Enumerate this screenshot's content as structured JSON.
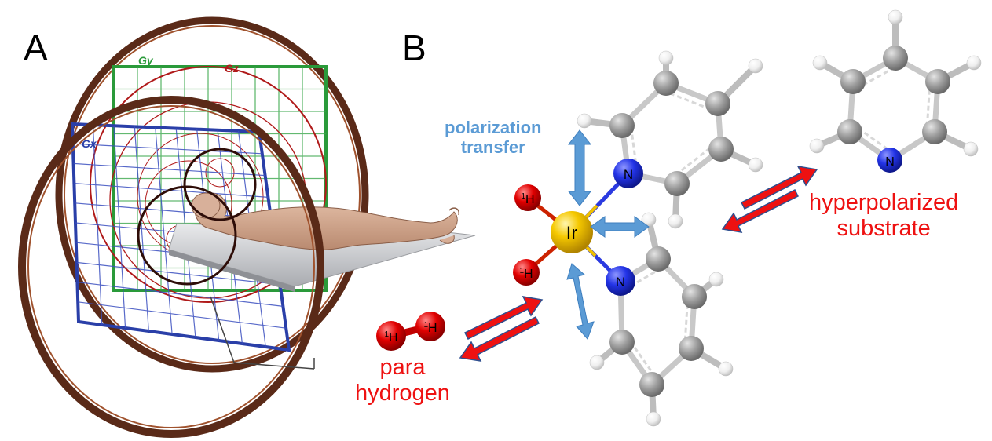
{
  "panels": {
    "a_label": "A",
    "b_label": "B"
  },
  "mri": {
    "gradient_x": "Gx",
    "gradient_y": "Gy",
    "gradient_z": "Gz"
  },
  "molecule": {
    "metal": "Ir",
    "hydride_1": "1H",
    "hydride_2": "1H",
    "nitrogen_1": "N",
    "nitrogen_2": "N",
    "nitrogen_free": "N",
    "h2_atom_1": "1H",
    "h2_atom_2": "1H"
  },
  "labels": {
    "polarization_line1": "polarization",
    "polarization_line2": "transfer",
    "para_line1": "para",
    "para_line2": "hydrogen",
    "hyper_line1": "hyperpolarized",
    "hyper_line2": "substrate"
  },
  "colors": {
    "blue_arrow": "#5b9bd5",
    "red_arrow": "#ee1111",
    "iridium": "#f2c200",
    "nitrogen": "#1f2ee8",
    "hydrogen_para": "#dd0000",
    "carbon": "#9a9a9a",
    "coil": "#5a2a18",
    "grid_green": "#2a9a3a",
    "grid_blue": "#2a3fa8"
  }
}
